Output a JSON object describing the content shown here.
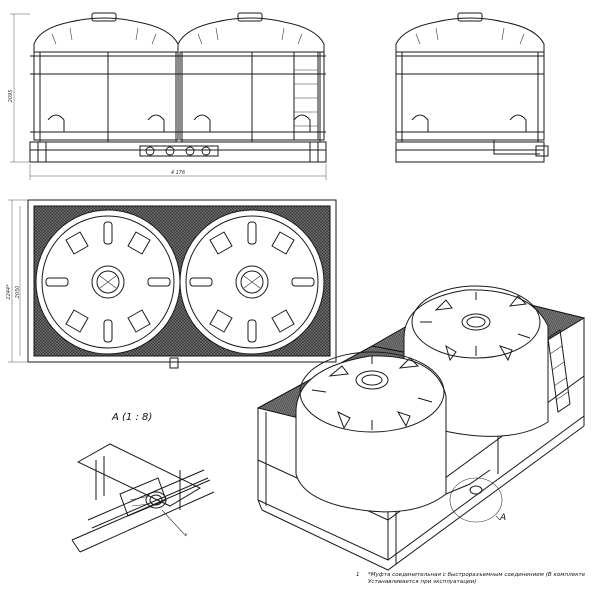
{
  "dimensions": {
    "height_front": "2095",
    "width_front": "4 176",
    "height_plan_outer": "2244*",
    "height_plan_inner": "2050"
  },
  "detail": {
    "title": "А (1 : 8)",
    "callout_letter": "А",
    "leader_mark": "*"
  },
  "note": {
    "number": "1",
    "line1": "*Муфта соединительная с быстроразъемным соединением (В комплекте",
    "line2": "Устанавливается при эксплуатации)"
  }
}
